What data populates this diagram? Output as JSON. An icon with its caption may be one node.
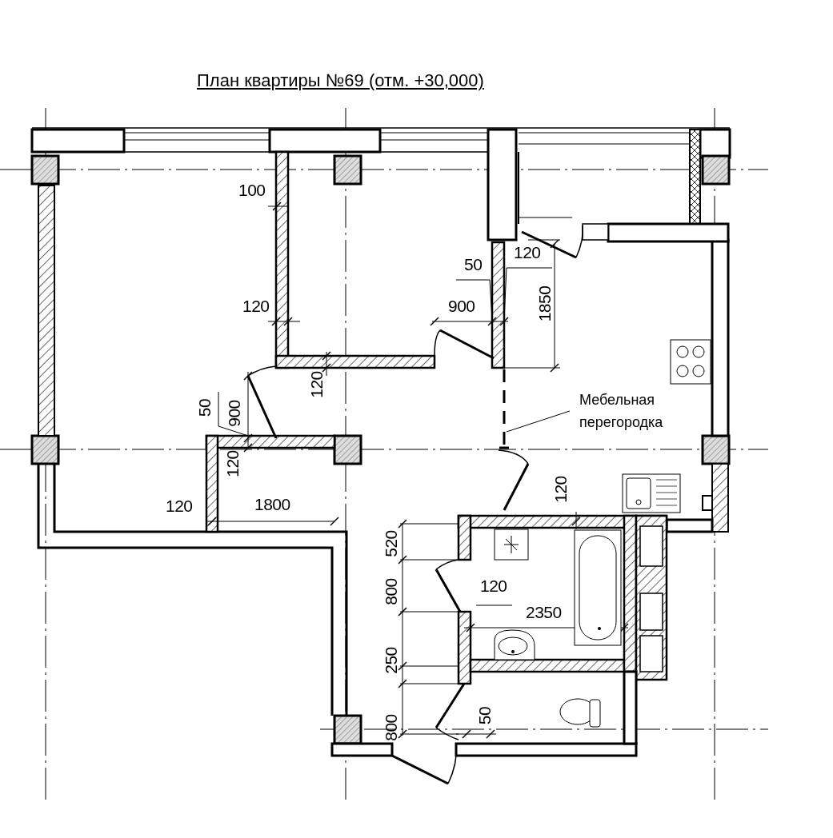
{
  "diagram": {
    "title": "План квартиры №69 (отм. +30,000)",
    "nodes": [
      {
        "text": [
          "Мебельная перегородка"
        ]
      },
      {
        "text": [],
        "shape": "bar"
      }
    ],
    "edges": [
      {
        "from": 0,
        "to": 1,
        "arrow": "none"
      }
    ],
    "labels": [
      "100",
      "50",
      "120",
      "120",
      "900",
      "1850",
      "120",
      "50",
      "900",
      "120",
      "120",
      "1800",
      "120",
      "520",
      "800",
      "120",
      "2350",
      "250",
      "800",
      "50"
    ]
  }
}
